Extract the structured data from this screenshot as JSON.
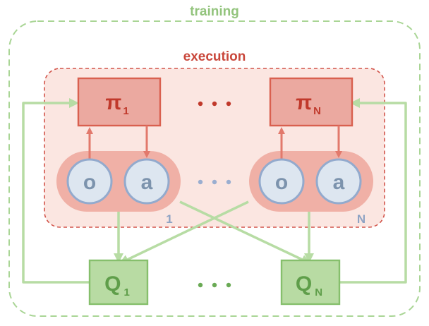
{
  "labels": {
    "training": "training",
    "execution": "execution"
  },
  "agents": [
    {
      "policy_symbol": "π",
      "policy_index": "1",
      "observation": "o",
      "action": "a",
      "group_index": "1",
      "critic_symbol": "Q",
      "critic_index": "1"
    },
    {
      "policy_symbol": "π",
      "policy_index": "N",
      "observation": "o",
      "action": "a",
      "group_index": "N",
      "critic_symbol": "Q",
      "critic_index": "N"
    }
  ],
  "colors": {
    "training": "#9ccc85",
    "execution": "#c9473b",
    "policy_fill": "#eba9a0",
    "policy_stroke": "#d9604f",
    "pair_fill": "#f0b0a6",
    "node_fill": "#dde6f0",
    "node_stroke": "#93aacd",
    "critic_fill": "#b8dba3",
    "critic_stroke": "#86bf6c"
  }
}
